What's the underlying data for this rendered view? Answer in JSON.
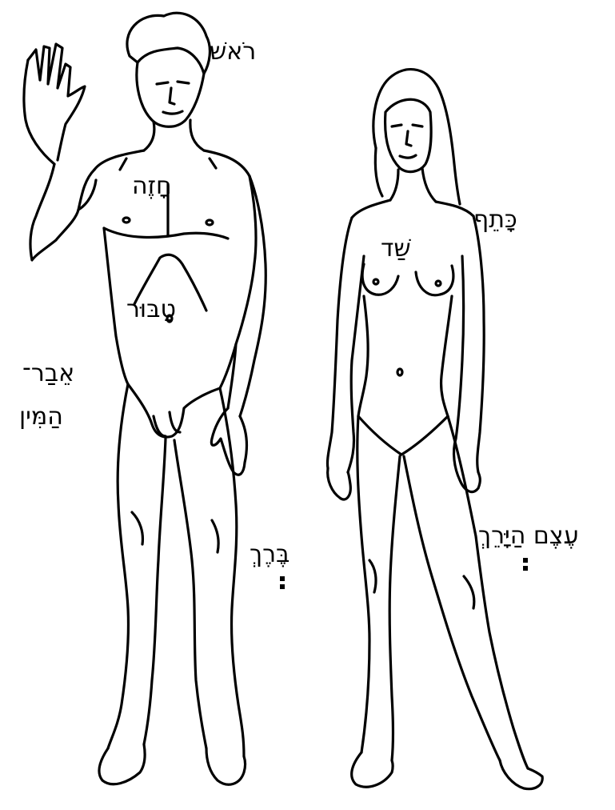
{
  "labels": {
    "rosh": "רֹאשׁ",
    "chaze": "חָזֶה",
    "tabur": "טַבּוּר",
    "evar_line1": "אֵבַר־",
    "evar_line2": "הַמִּין",
    "berech": "בֶּרֶךְ",
    "katef": "כָּתֵף",
    "shad": "שַׁד",
    "etsem_hayarech": "עֶצֶם הַיָּרֵךְ"
  },
  "colors": {
    "ink": "#000000",
    "paper": "#ffffff"
  }
}
